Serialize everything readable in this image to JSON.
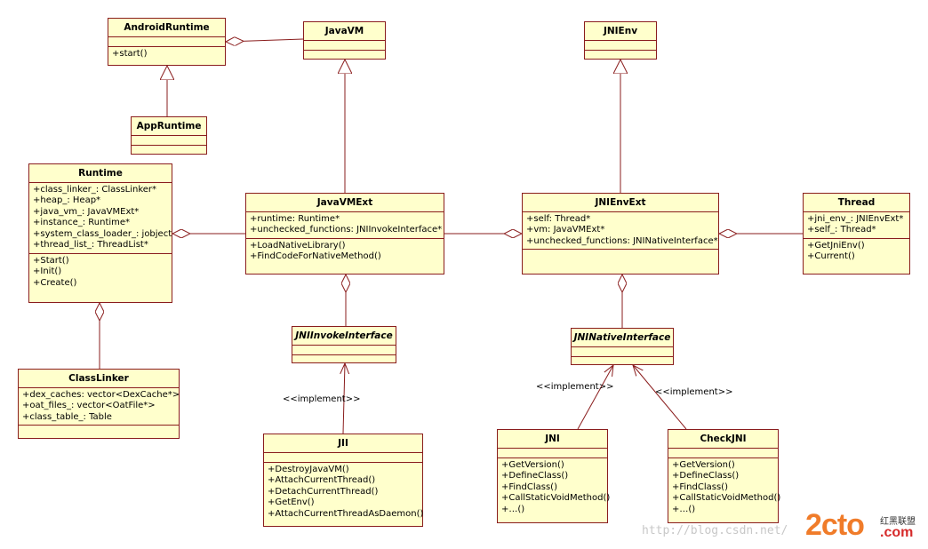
{
  "classes": {
    "android_runtime": {
      "name": "AndroidRuntime",
      "attributes": [],
      "operations": [
        "+start()"
      ]
    },
    "app_runtime": {
      "name": "AppRuntime"
    },
    "java_vm": {
      "name": "JavaVM"
    },
    "jni_env": {
      "name": "JNIEnv"
    },
    "runtime": {
      "name": "Runtime",
      "attributes": [
        "+class_linker_: ClassLinker*",
        "+heap_: Heap*",
        "+java_vm_: JavaVMExt*",
        "+instance_: Runtime*",
        "+system_class_loader_: jobject",
        "+thread_list_: ThreadList*"
      ],
      "operations": [
        "+Start()",
        "+Init()",
        "+Create()"
      ]
    },
    "java_vm_ext": {
      "name": "JavaVMExt",
      "attributes": [
        "+runtime: Runtime*",
        "+unchecked_functions: JNIInvokeInterface*"
      ],
      "operations": [
        "+LoadNativeLibrary()",
        "+FindCodeForNativeMethod()"
      ]
    },
    "jni_env_ext": {
      "name": "JNIEnvExt",
      "attributes": [
        "+self: Thread*",
        "+vm: JavaVMExt*",
        "+unchecked_functions: JNINativeInterface*"
      ],
      "operations": []
    },
    "thread": {
      "name": "Thread",
      "attributes": [
        "+jni_env_: JNIEnvExt*",
        "+self_: Thread*"
      ],
      "operations": [
        "+GetJniEnv()",
        "+Current()"
      ]
    },
    "class_linker": {
      "name": "ClassLinker",
      "attributes": [
        "+dex_caches: vector<DexCache*>",
        "+oat_files_: vector<OatFile*>",
        "+class_table_: Table"
      ],
      "operations": []
    },
    "jni_invoke_interface": {
      "name": "JNIInvokeInterface"
    },
    "jni_native_interface": {
      "name": "JNINativeInterface"
    },
    "jii": {
      "name": "JII",
      "attributes": [],
      "operations": [
        "+DestroyJavaVM()",
        "+AttachCurrentThread()",
        "+DetachCurrentThread()",
        "+GetEnv()",
        "+AttachCurrentThreadAsDaemon()"
      ]
    },
    "jni": {
      "name": "JNI",
      "attributes": [],
      "operations": [
        "+GetVersion()",
        "+DefineClass()",
        "+FindClass()",
        "+CallStaticVoidMethod()",
        "+…()"
      ]
    },
    "check_jni": {
      "name": "CheckJNI",
      "attributes": [],
      "operations": [
        "+GetVersion()",
        "+DefineClass()",
        "+FindClass()",
        "+CallStaticVoidMethod()",
        "+…()"
      ]
    }
  },
  "stereotypes": {
    "implement_jii": "<<implement>>",
    "implement_jni": "<<implement>>",
    "implement_check_jni": "<<implement>>"
  },
  "watermark": {
    "url": "http://blog.csdn.net/",
    "logo_mark": "2cto",
    "logo_cn": "红黑联盟",
    "logo_com": ".com"
  },
  "colors": {
    "class_fill": "#ffffcc",
    "class_border": "#8a1d1d",
    "line": "#8a1d1d"
  }
}
